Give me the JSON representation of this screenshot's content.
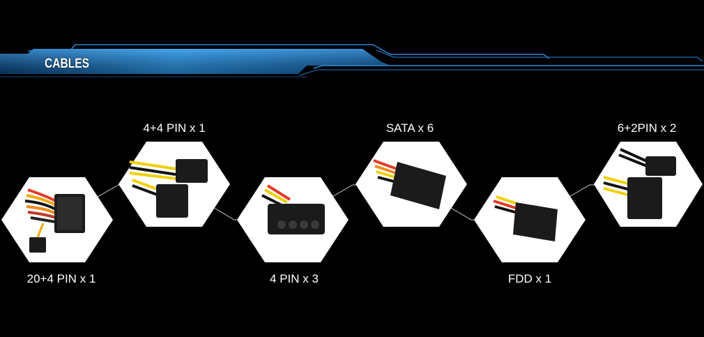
{
  "header": {
    "title": "CABLES"
  },
  "colors": {
    "background": "#000000",
    "accent_blue": "#1f8fd6",
    "hex_fill": "#ffffff",
    "label_text": "#ffffff"
  },
  "cables": [
    {
      "label": "20+4 PIN x 1",
      "connector": "atx-24pin-connector"
    },
    {
      "label": "4+4 PIN x 1",
      "connector": "eps-8pin-connector"
    },
    {
      "label": "4 PIN x 3",
      "connector": "molex-4pin-connector"
    },
    {
      "label": "SATA x 6",
      "connector": "sata-power-connector"
    },
    {
      "label": "FDD x 1",
      "connector": "fdd-floppy-connector"
    },
    {
      "label": "6+2PIN x 2",
      "connector": "pcie-8pin-connector"
    }
  ]
}
